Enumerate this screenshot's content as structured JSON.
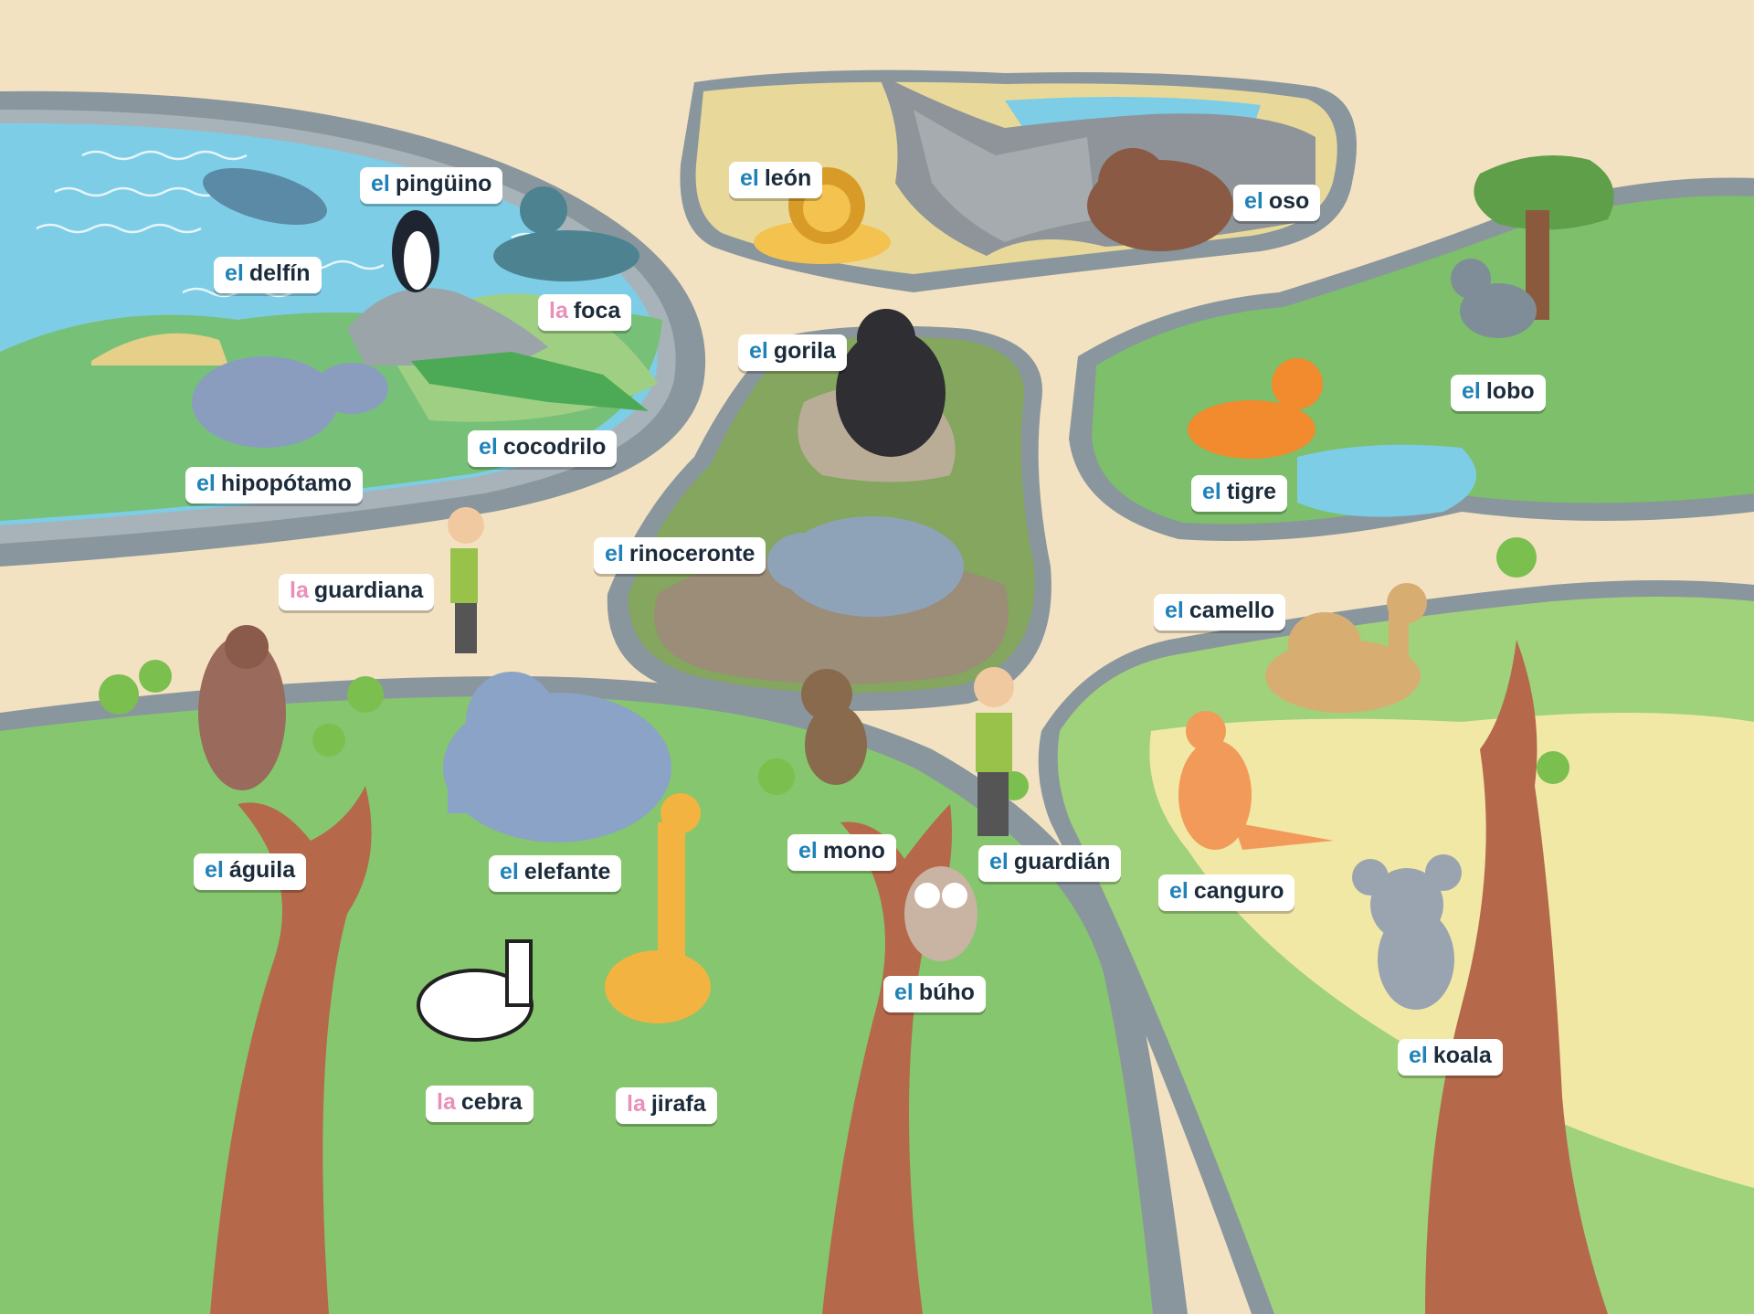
{
  "colors": {
    "masculine_article": "#1f82b8",
    "feminine_article": "#e98fb8",
    "path": "#f3e2c2",
    "grass": "#86c66e",
    "water": "#7ecde6",
    "label_text": "#1c2b3a"
  },
  "labels": [
    {
      "id": "pinguino",
      "article": "el",
      "gender": "m",
      "noun": "pingüino"
    },
    {
      "id": "delfin",
      "article": "el",
      "gender": "m",
      "noun": "delfín"
    },
    {
      "id": "foca",
      "article": "la",
      "gender": "f",
      "noun": "foca"
    },
    {
      "id": "cocodrilo",
      "article": "el",
      "gender": "m",
      "noun": "cocodrilo"
    },
    {
      "id": "hipopotamo",
      "article": "el",
      "gender": "m",
      "noun": "hipopótamo"
    },
    {
      "id": "leon",
      "article": "el",
      "gender": "m",
      "noun": "león"
    },
    {
      "id": "oso",
      "article": "el",
      "gender": "m",
      "noun": "oso"
    },
    {
      "id": "gorila",
      "article": "el",
      "gender": "m",
      "noun": "gorila"
    },
    {
      "id": "lobo",
      "article": "el",
      "gender": "m",
      "noun": "lobo"
    },
    {
      "id": "tigre",
      "article": "el",
      "gender": "m",
      "noun": "tigre"
    },
    {
      "id": "rinoceronte",
      "article": "el",
      "gender": "m",
      "noun": "rinoceronte"
    },
    {
      "id": "guardiana",
      "article": "la",
      "gender": "f",
      "noun": "guardiana"
    },
    {
      "id": "camello",
      "article": "el",
      "gender": "m",
      "noun": "camello"
    },
    {
      "id": "aguila",
      "article": "el",
      "gender": "m",
      "noun": "águila"
    },
    {
      "id": "elefante",
      "article": "el",
      "gender": "m",
      "noun": "elefante"
    },
    {
      "id": "mono",
      "article": "el",
      "gender": "m",
      "noun": "mono"
    },
    {
      "id": "guardian",
      "article": "el",
      "gender": "m",
      "noun": "guardián"
    },
    {
      "id": "canguro",
      "article": "el",
      "gender": "m",
      "noun": "canguro"
    },
    {
      "id": "buho",
      "article": "el",
      "gender": "m",
      "noun": "búho"
    },
    {
      "id": "cebra",
      "article": "la",
      "gender": "f",
      "noun": "cebra"
    },
    {
      "id": "jirafa",
      "article": "la",
      "gender": "f",
      "noun": "jirafa"
    },
    {
      "id": "koala",
      "article": "el",
      "gender": "m",
      "noun": "koala"
    }
  ]
}
